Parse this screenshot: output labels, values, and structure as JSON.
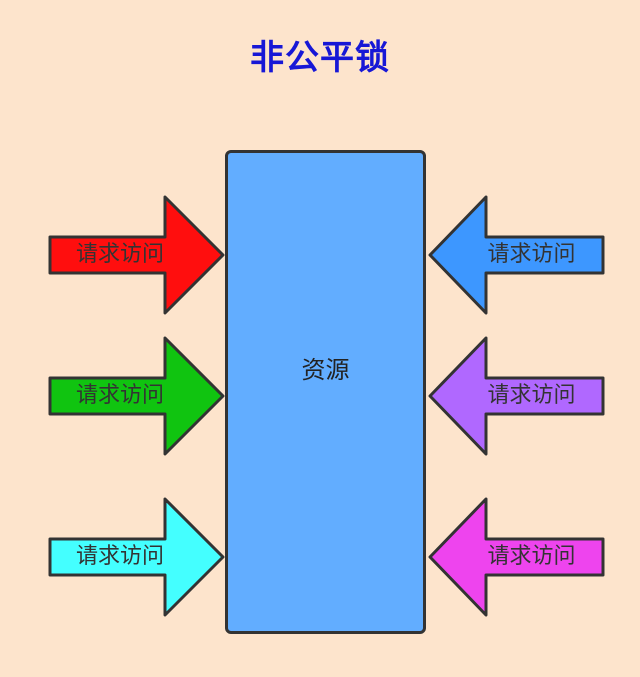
{
  "title": "非公平锁",
  "resource": {
    "label": "资源",
    "color": "#62adff"
  },
  "arrows": [
    {
      "label": "请求访问",
      "color": "#ff0e0e",
      "direction": "right"
    },
    {
      "label": "请求访问",
      "color": "#10c410",
      "direction": "right"
    },
    {
      "label": "请求访问",
      "color": "#44ffff",
      "direction": "right"
    },
    {
      "label": "请求访问",
      "color": "#3d97ff",
      "direction": "left"
    },
    {
      "label": "请求访问",
      "color": "#b068ff",
      "direction": "left"
    },
    {
      "label": "请求访问",
      "color": "#ee44ee",
      "direction": "left"
    }
  ]
}
